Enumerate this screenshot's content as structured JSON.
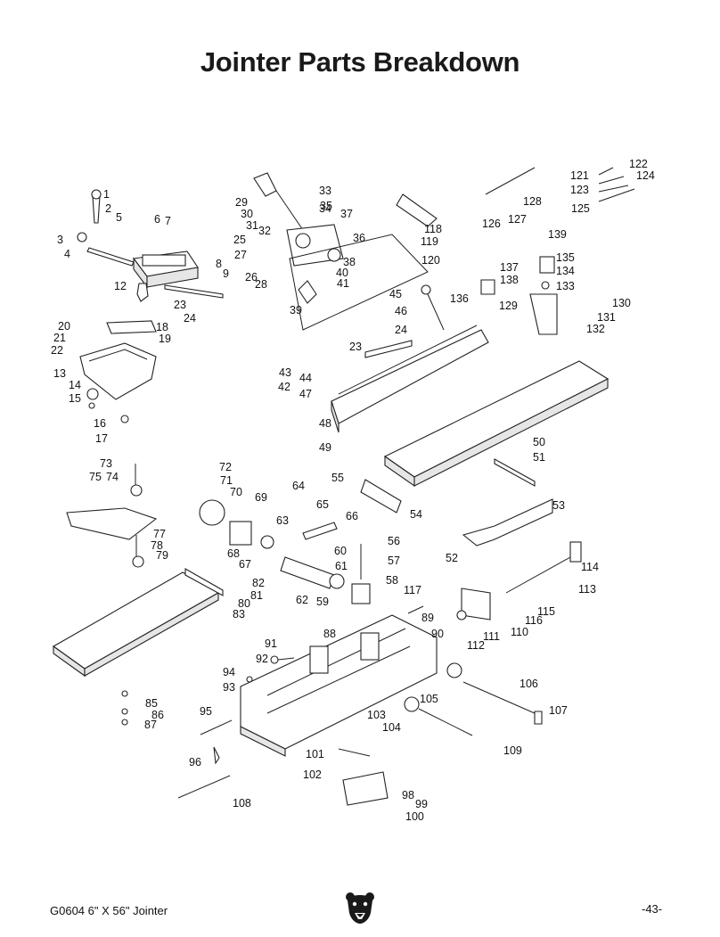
{
  "page": {
    "title": "Jointer Parts Breakdown",
    "footer_left": "G0604 6\" X 56\" Jointer",
    "footer_right": "-43-"
  },
  "callouts": [
    {
      "n": "1"
    },
    {
      "n": "2"
    },
    {
      "n": "3"
    },
    {
      "n": "4"
    },
    {
      "n": "5"
    },
    {
      "n": "6"
    },
    {
      "n": "7"
    },
    {
      "n": "8"
    },
    {
      "n": "9"
    },
    {
      "n": "12"
    },
    {
      "n": "13"
    },
    {
      "n": "14"
    },
    {
      "n": "15"
    },
    {
      "n": "16"
    },
    {
      "n": "17"
    },
    {
      "n": "18"
    },
    {
      "n": "19"
    },
    {
      "n": "20"
    },
    {
      "n": "21"
    },
    {
      "n": "22"
    },
    {
      "n": "23"
    },
    {
      "n": "24"
    },
    {
      "n": "23"
    },
    {
      "n": "24"
    },
    {
      "n": "25"
    },
    {
      "n": "26"
    },
    {
      "n": "27"
    },
    {
      "n": "28"
    },
    {
      "n": "29"
    },
    {
      "n": "30"
    },
    {
      "n": "31"
    },
    {
      "n": "32"
    },
    {
      "n": "33"
    },
    {
      "n": "34"
    },
    {
      "n": "35"
    },
    {
      "n": "36"
    },
    {
      "n": "37"
    },
    {
      "n": "38"
    },
    {
      "n": "39"
    },
    {
      "n": "40"
    },
    {
      "n": "41"
    },
    {
      "n": "42"
    },
    {
      "n": "43"
    },
    {
      "n": "44"
    },
    {
      "n": "45"
    },
    {
      "n": "46"
    },
    {
      "n": "47"
    },
    {
      "n": "48"
    },
    {
      "n": "49"
    },
    {
      "n": "50"
    },
    {
      "n": "51"
    },
    {
      "n": "52"
    },
    {
      "n": "53"
    },
    {
      "n": "54"
    },
    {
      "n": "55"
    },
    {
      "n": "56"
    },
    {
      "n": "57"
    },
    {
      "n": "58"
    },
    {
      "n": "59"
    },
    {
      "n": "60"
    },
    {
      "n": "61"
    },
    {
      "n": "62"
    },
    {
      "n": "63"
    },
    {
      "n": "64"
    },
    {
      "n": "65"
    },
    {
      "n": "66"
    },
    {
      "n": "67"
    },
    {
      "n": "68"
    },
    {
      "n": "69"
    },
    {
      "n": "70"
    },
    {
      "n": "71"
    },
    {
      "n": "72"
    },
    {
      "n": "73"
    },
    {
      "n": "74"
    },
    {
      "n": "75"
    },
    {
      "n": "77"
    },
    {
      "n": "78"
    },
    {
      "n": "79"
    },
    {
      "n": "80"
    },
    {
      "n": "81"
    },
    {
      "n": "82"
    },
    {
      "n": "83"
    },
    {
      "n": "85"
    },
    {
      "n": "86"
    },
    {
      "n": "87"
    },
    {
      "n": "88"
    },
    {
      "n": "89"
    },
    {
      "n": "90"
    },
    {
      "n": "91"
    },
    {
      "n": "92"
    },
    {
      "n": "93"
    },
    {
      "n": "94"
    },
    {
      "n": "95"
    },
    {
      "n": "96"
    },
    {
      "n": "98"
    },
    {
      "n": "99"
    },
    {
      "n": "100"
    },
    {
      "n": "101"
    },
    {
      "n": "102"
    },
    {
      "n": "103"
    },
    {
      "n": "104"
    },
    {
      "n": "105"
    },
    {
      "n": "106"
    },
    {
      "n": "107"
    },
    {
      "n": "108"
    },
    {
      "n": "109"
    },
    {
      "n": "110"
    },
    {
      "n": "111"
    },
    {
      "n": "112"
    },
    {
      "n": "113"
    },
    {
      "n": "114"
    },
    {
      "n": "115"
    },
    {
      "n": "116"
    },
    {
      "n": "117"
    },
    {
      "n": "118"
    },
    {
      "n": "119"
    },
    {
      "n": "120"
    },
    {
      "n": "121"
    },
    {
      "n": "122"
    },
    {
      "n": "123"
    },
    {
      "n": "124"
    },
    {
      "n": "125"
    },
    {
      "n": "126"
    },
    {
      "n": "127"
    },
    {
      "n": "128"
    },
    {
      "n": "129"
    },
    {
      "n": "130"
    },
    {
      "n": "131"
    },
    {
      "n": "132"
    },
    {
      "n": "133"
    },
    {
      "n": "134"
    },
    {
      "n": "135"
    },
    {
      "n": "136"
    },
    {
      "n": "137"
    },
    {
      "n": "138"
    },
    {
      "n": "139"
    }
  ],
  "logo": {
    "icon": "bear-head-icon"
  }
}
